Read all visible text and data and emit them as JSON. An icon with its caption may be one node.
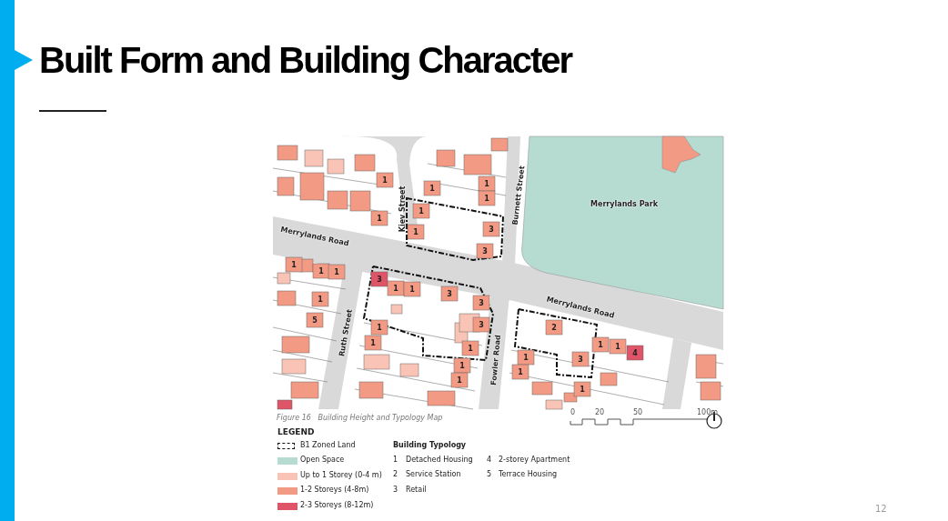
{
  "diagram": {
    "title": "Built Form and Building Character",
    "caption": "Figure 16   Building Height and Typology Map",
    "labels": [
      "Kiev Street",
      "Burnett Street",
      "Merrylands Park",
      "Merrylands Road",
      "Merrylands Road",
      "Ruth Street",
      "Fowler Road",
      "1",
      "1",
      "1",
      "1",
      "1",
      "1",
      "1",
      "3",
      "3",
      "1",
      "1",
      "1",
      "3",
      "1",
      "1",
      "3",
      "1",
      "3",
      "5",
      "1",
      "3",
      "2",
      "1",
      "1",
      "1",
      "1",
      "4",
      "1",
      "3",
      "1",
      "1",
      "1",
      "1",
      "0",
      "20",
      "50",
      "100m",
      "LEGEND",
      "Building Typology",
      "1",
      "Detached Housing",
      "4",
      "2-storey Apartment",
      "2",
      "Service Station",
      "5",
      "Terrace Housing",
      "3",
      "Retail",
      "12"
    ],
    "legend": [
      {
        "text": "B1 Zoned Land"
      },
      {
        "text": "Open Space",
        "color": "#b6dcd2"
      },
      {
        "text": "Up to 1 Storey (0-4 m)",
        "color": "#f9c4b6"
      },
      {
        "text": "1-2 Storeys (4-8m)",
        "color": "#f29a84"
      },
      {
        "text": "2-3 Storeys (8-12m)",
        "color": "#e05468"
      }
    ]
  }
}
